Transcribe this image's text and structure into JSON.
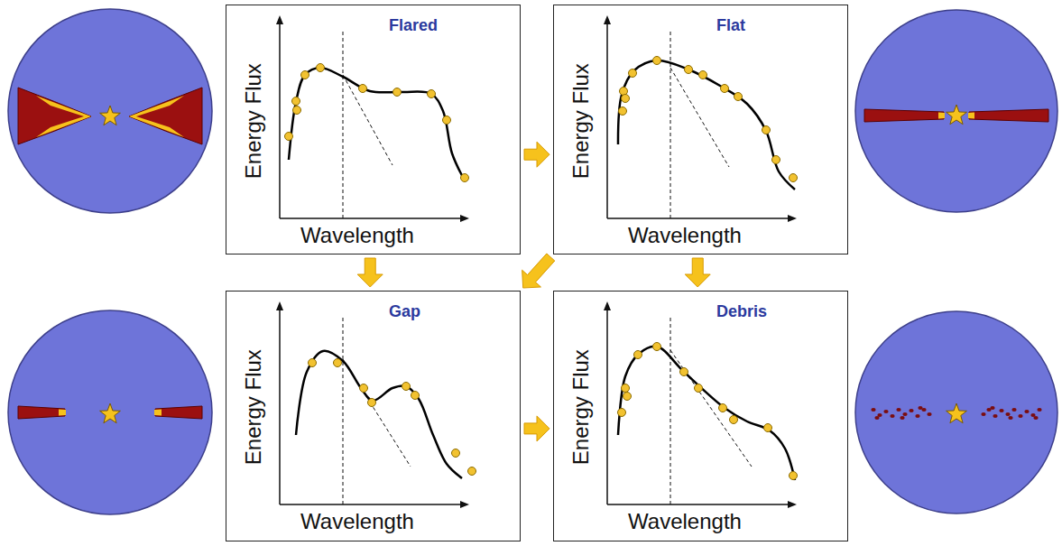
{
  "diagram": {
    "nodes": [
      {
        "text": [
          "Flared",
          "Energy Flux",
          "Wavelength"
        ]
      },
      {
        "text": [
          "Flat",
          "Energy Flux",
          "Wavelength"
        ]
      },
      {
        "text": [
          "Gap",
          "Energy Flux",
          "Wavelength"
        ]
      },
      {
        "text": [
          "Debris",
          "Energy Flux",
          "Wavelength"
        ]
      }
    ],
    "edges": [
      {
        "from": 0,
        "to": 1,
        "arrow": "to"
      },
      {
        "from": 0,
        "to": 2,
        "arrow": "to"
      },
      {
        "from": 1,
        "to": 2,
        "arrow": "to"
      },
      {
        "from": 1,
        "to": 3,
        "arrow": "to"
      },
      {
        "from": 2,
        "to": 3,
        "arrow": "to"
      }
    ]
  }
}
